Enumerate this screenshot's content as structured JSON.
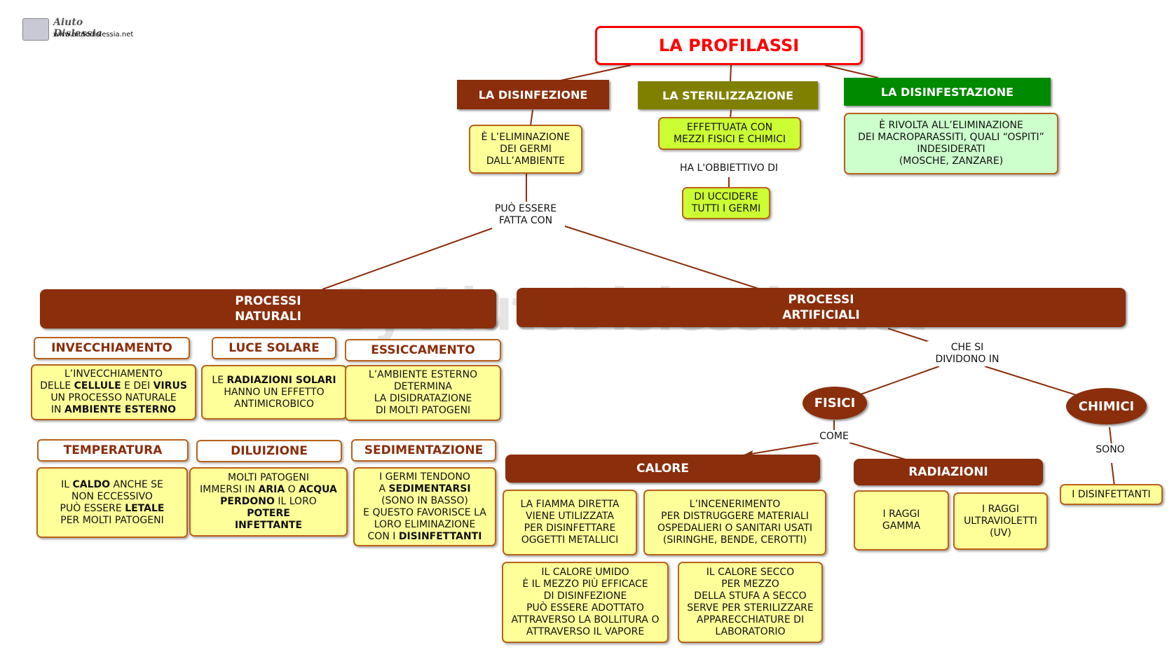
{
  "logo": {
    "name": "Aiuto Dislessia",
    "url": "www.aiutodislessia.net"
  },
  "watermark": "By AiutoDislessia.net",
  "title": "LA PROFILASSI",
  "categories": {
    "disinfezione": "LA  DISINFEZIONE",
    "sterilizzazione": "LA  STERILIZZAZIONE",
    "disinfestazione": "LA DISINFESTAZIONE"
  },
  "colors": {
    "brown": "#8a2e0c",
    "olive": "#808000",
    "green": "#008a00",
    "yellow": "#ffff9a",
    "lime": "#ccff33",
    "mint": "#ccffcc",
    "title_red": "#ff0000"
  },
  "texts": {
    "disinfezione_def": "È  L’ELIMINAZIONE\nDEI  GERMI\nDALL’AMBIENTE",
    "sterilizzazione_def": "EFFETTUATA  CON\nMEZZI FISICI  E  CHIMICI",
    "ha_obiettivo": "HA L'OBBIETTIVO DI",
    "uccidere": "DI UCCIDERE\nTUTTI I GERMI",
    "disinfestazione_def": "È RIVOLTA ALL’ELIMINAZIONE\nDEI MACROPARASSITI, QUALI “OSPITI”\nINDESIDERATI\n(MOSCHE, ZANZARE)",
    "puo_essere": "PUÒ ESSERE\nFATTA CON",
    "processi_naturali": "PROCESSI\nNATURALI",
    "processi_artificiali": "PROCESSI\nARTIFICIALI",
    "che_si_dividono": "CHE SI\nDIVIDONO IN",
    "fisici": "FISICI",
    "chimici": "CHIMICI",
    "come": "COME",
    "sono": "SONO",
    "disinfettanti": "I  DISINFETTANTI"
  },
  "naturali": {
    "invecchiamento": {
      "title": "INVECCHIAMENTO",
      "parts": [
        [
          "L’INVECCHIAMENTO\nDELLE ",
          false
        ],
        [
          "CELLULE",
          true
        ],
        [
          " E DEI ",
          false
        ],
        [
          "VIRUS",
          true
        ],
        [
          "\nUN PROCESSO NATURALE\nIN ",
          false
        ],
        [
          "AMBIENTE ESTERNO",
          true
        ]
      ]
    },
    "luce_solare": {
      "title": "LUCE SOLARE",
      "parts": [
        [
          "LE ",
          false
        ],
        [
          "RADIAZIONI SOLARI",
          true
        ],
        [
          "\nHANNO UN EFFETTO\nANTIMICROBICO",
          false
        ]
      ]
    },
    "essiccamento": {
      "title": "ESSICCAMENTO",
      "parts": [
        [
          "L’AMBIENTE ESTERNO\nDETERMINA\nLA DISIDRATAZIONE\nDI MOLTI PATOGENI",
          false
        ]
      ]
    },
    "temperatura": {
      "title": "TEMPERATURA",
      "parts": [
        [
          "IL ",
          false
        ],
        [
          "CALDO",
          true
        ],
        [
          " ANCHE SE\nNON ECCESSIVO\nPUÒ ESSERE ",
          false
        ],
        [
          "LETALE",
          true
        ],
        [
          "\nPER MOLTI PATOGENI",
          false
        ]
      ]
    },
    "diluizione": {
      "title": "DILUIZIONE",
      "parts": [
        [
          "MOLTI PATOGENI\nIMMERSI IN ",
          false
        ],
        [
          "ARIA",
          true
        ],
        [
          " O ",
          false
        ],
        [
          "ACQUA",
          true
        ],
        [
          "\n",
          false
        ],
        [
          "PERDONO",
          true
        ],
        [
          " IL LORO\n",
          false
        ],
        [
          "POTERE\nINFETTANTE",
          true
        ]
      ]
    },
    "sedimentazione": {
      "title": "SEDIMENTAZIONE",
      "parts": [
        [
          "I GERMI TENDONO\nA ",
          false
        ],
        [
          "SEDIMENTARSI",
          true
        ],
        [
          "\n(SONO IN BASSO)\nE QUESTO FAVORISCE LA\nLORO ELIMINAZIONE\nCON I ",
          false
        ],
        [
          "DISINFETTANTI",
          true
        ]
      ]
    }
  },
  "calore": {
    "title": "CALORE",
    "fiamma": "LA FIAMMA DIRETTA\nVIENE UTILIZZATA\nPER  DISINFETTARE\nOGGETTI  METALLICI",
    "incenerimento": "L’INCENERIMENTO\nPER  DISTRUGGERE MATERIALI\nOSPEDALIERI O SANITARI USATI\n(SIRINGHE, BENDE, CEROTTI)",
    "umido": "IL  CALORE  UMIDO\nÈ IL MEZZO PIÙ EFFICACE\nDI DISINFEZIONE\nPUÒ ESSERE ADOTTATO\nATTRAVERSO LA BOLLITURA O\nATTRAVERSO IL VAPORE",
    "secco": "IL CALORE SECCO\nPER MEZZO\nDELLA STUFA A SECCO\nSERVE PER STERILIZZARE\nAPPARECCHIATURE DI\nLABORATORIO"
  },
  "radiazioni": {
    "title": "RADIAZIONI",
    "gamma": "I RAGGI\nGAMMA",
    "uv": "I RAGGI\nULTRAVIOLETTI\n(UV)"
  }
}
